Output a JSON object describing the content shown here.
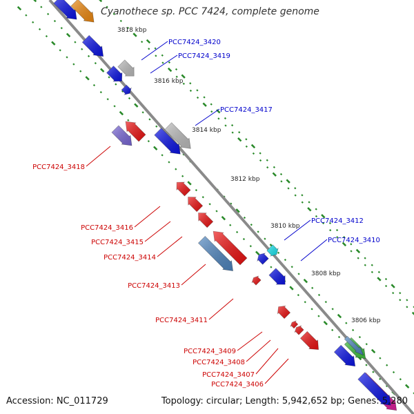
{
  "title": "Cyanothece sp. PCC 7424, complete genome",
  "footer": {
    "accession": "Accession: NC_011729",
    "summary": "Topology: circular; Length: 5,942,652 bp; Genes: 5,280"
  },
  "colors": {
    "backbone": "#8a8a8a",
    "tick_dots": "#2a8a2a",
    "forward_label": "#0000cc",
    "reverse_label": "#cc0000",
    "scale_label": "#222222"
  },
  "scale_labels": [
    "3818 kbp",
    "3816 kbp",
    "3814 kbp",
    "3812 kbp",
    "3810 kbp",
    "3808 kbp",
    "3806 kbp"
  ],
  "genes_forward": [
    {
      "name": "PCC7424_3420",
      "label": "PCC7424_3420"
    },
    {
      "name": "PCC7424_3419",
      "label": "PCC7424_3419"
    },
    {
      "name": "PCC7424_3417",
      "label": "PCC7424_3417"
    },
    {
      "name": "PCC7424_3412",
      "label": "PCC7424_3412"
    },
    {
      "name": "PCC7424_3410",
      "label": "PCC7424_3410"
    }
  ],
  "genes_reverse": [
    {
      "name": "PCC7424_3418",
      "label": "PCC7424_3418"
    },
    {
      "name": "PCC7424_3416",
      "label": "PCC7424_3416"
    },
    {
      "name": "PCC7424_3415",
      "label": "PCC7424_3415"
    },
    {
      "name": "PCC7424_3414",
      "label": "PCC7424_3414"
    },
    {
      "name": "PCC7424_3413",
      "label": "PCC7424_3413"
    },
    {
      "name": "PCC7424_3411",
      "label": "PCC7424_3411"
    },
    {
      "name": "PCC7424_3409",
      "label": "PCC7424_3409"
    },
    {
      "name": "PCC7424_3408",
      "label": "PCC7424_3408"
    },
    {
      "name": "PCC7424_3407",
      "label": "PCC7424_3407"
    },
    {
      "name": "PCC7424_3406",
      "label": "PCC7424_3406"
    }
  ],
  "feature_colors": {
    "blue": "#0a12e6",
    "orange": "#f08a10",
    "gray": "#bdbdbd",
    "red": "#ee1111",
    "violet": "#7a68d8",
    "steel": "#4f86c0",
    "cyan": "#19e6f0",
    "green": "#3fbf3f",
    "magenta": "#e0209e"
  }
}
